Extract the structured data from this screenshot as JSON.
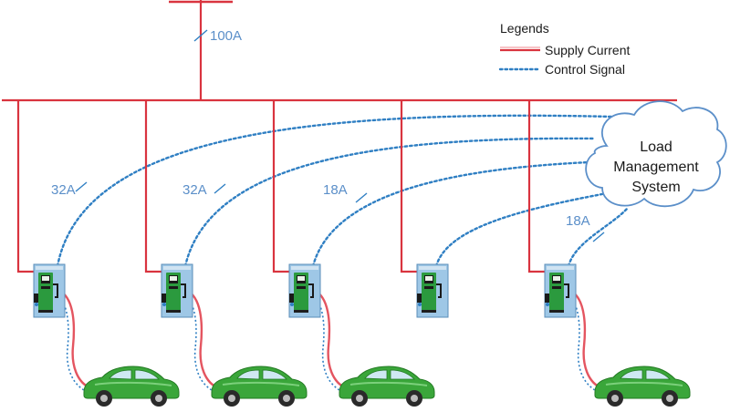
{
  "legend": {
    "title": "Legends",
    "supply_label": "Supply Current",
    "control_label": "Control Signal"
  },
  "main_feed": {
    "rating": "100A"
  },
  "lms": {
    "line1": "Load",
    "line2": "Management",
    "line3": "System"
  },
  "chargers": [
    {
      "id": 1,
      "current": "32A",
      "has_car": true
    },
    {
      "id": 2,
      "current": "32A",
      "has_car": true
    },
    {
      "id": 3,
      "current": "18A",
      "has_car": true
    },
    {
      "id": 4,
      "current": "",
      "has_car": false
    },
    {
      "id": 5,
      "current": "18A",
      "has_car": true
    }
  ],
  "colors": {
    "supply": "#d9343f",
    "supply_light": "#f08a8f",
    "control": "#2f7fc3",
    "label_blue": "#5b8fc9",
    "car_body": "#3aa63a",
    "car_dark": "#237a23",
    "cloud_stroke": "#5b8fc9"
  }
}
